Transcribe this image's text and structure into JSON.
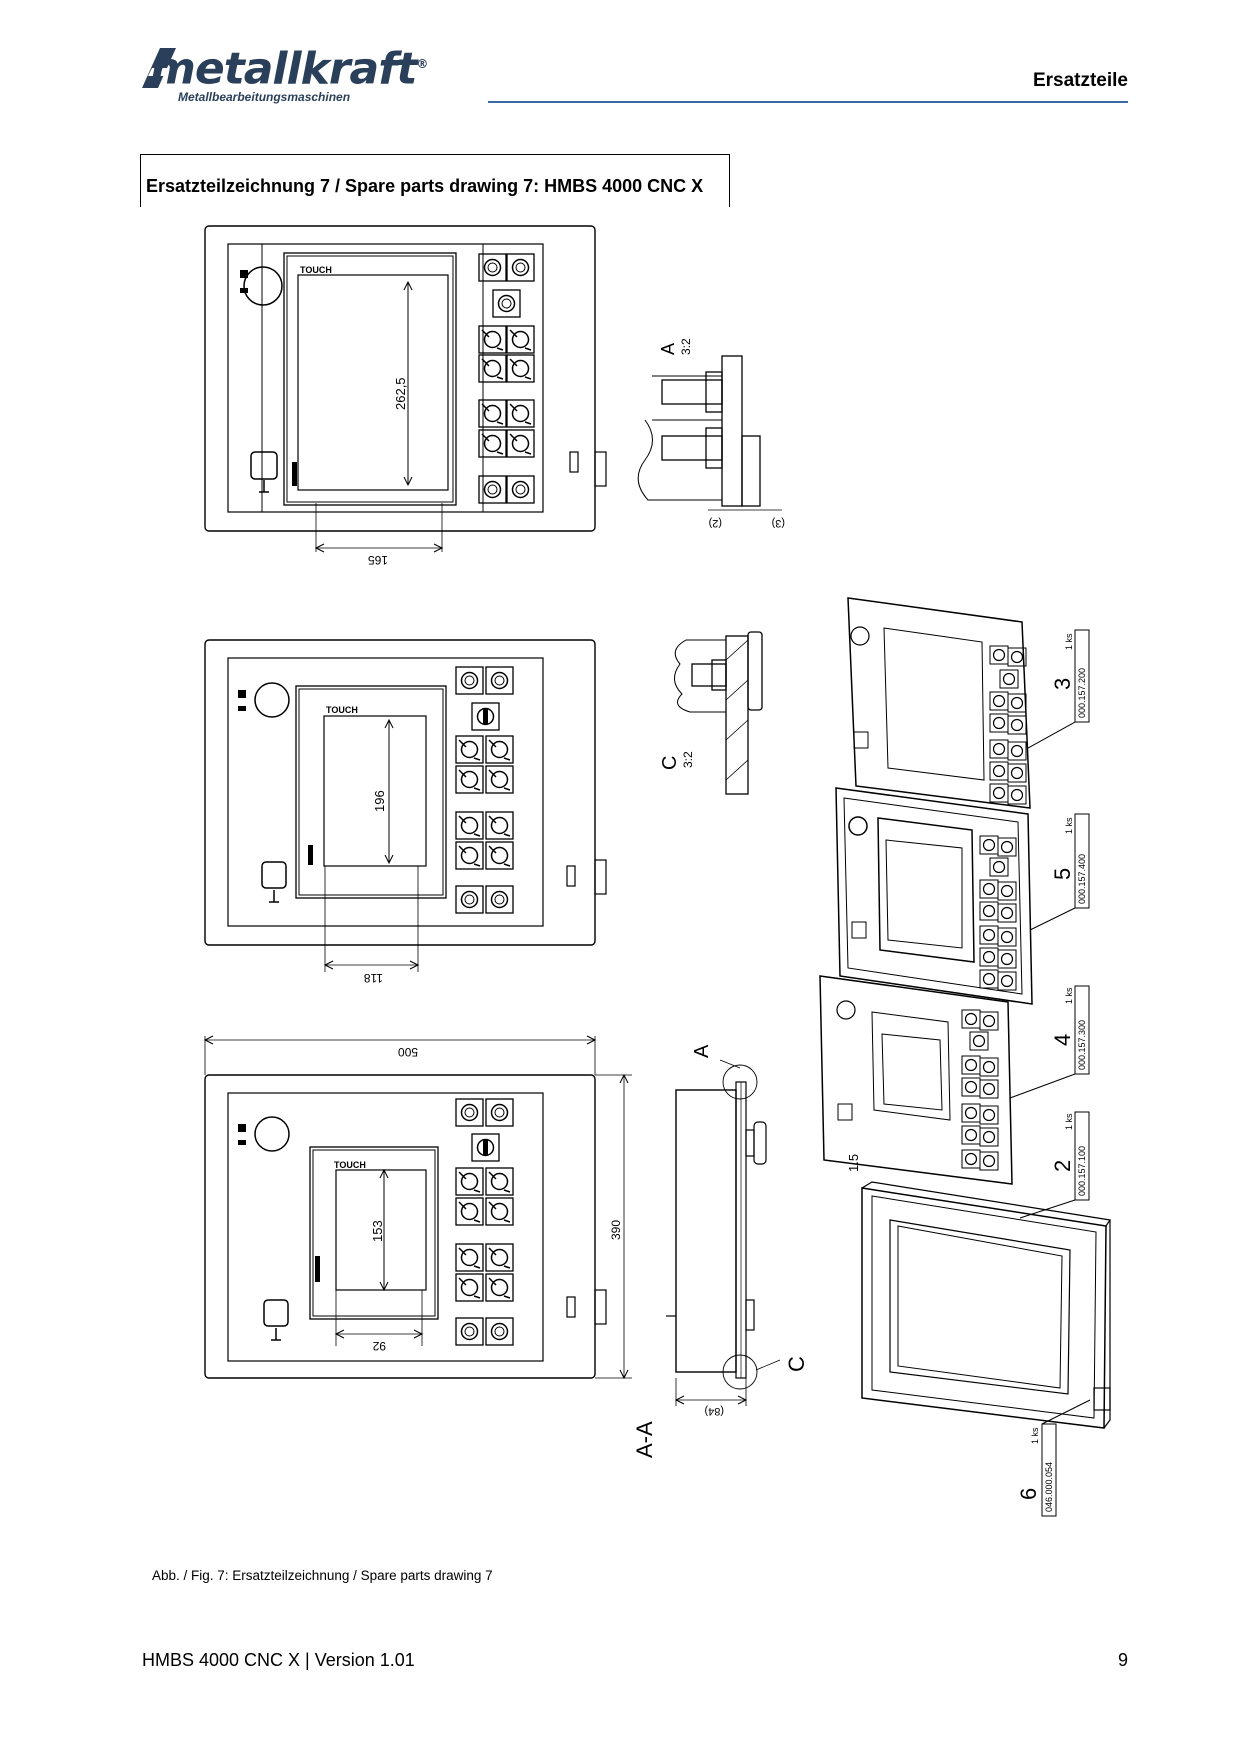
{
  "header": {
    "logo_text": "metallkraft",
    "logo_registered": "®",
    "logo_subtitle": "Metallbearbeitungsmaschinen",
    "section_title": "Ersatzteile"
  },
  "caption": {
    "title": "Ersatzteilzeichnung 7 / Spare parts drawing 7: HMBS 4000 CNC X",
    "figure": "Abb. / Fig. 7: Ersatzteilzeichnung / Spare parts drawing 7"
  },
  "drawing": {
    "top_panel": {
      "screen_label": "TOUCH",
      "dim_height": "262,5",
      "dim_width": "165"
    },
    "middle_panel": {
      "screen_label": "TOUCH",
      "dim_height": "196",
      "dim_width": "118"
    },
    "bottom_panel": {
      "screen_label": "TOUCH",
      "dim_height": "153",
      "dim_width": "92",
      "dim_total_width": "500",
      "dim_total_height": "390"
    },
    "detail_a": {
      "label": "A",
      "scale": "3:2",
      "dim_1": "(2)",
      "dim_2": "(3)"
    },
    "detail_c": {
      "label": "C",
      "scale": "3:2"
    },
    "section": {
      "label": "A-A",
      "marker_a": "A",
      "marker_c": "C",
      "dim_depth": "(84)",
      "dim_side": "1.5"
    },
    "parts": [
      {
        "pos": "3",
        "number": "000.157.200",
        "qty": "1 ks"
      },
      {
        "pos": "5",
        "number": "000.157.400",
        "qty": "1 ks"
      },
      {
        "pos": "4",
        "number": "000.157.300",
        "qty": "1 ks"
      },
      {
        "pos": "2",
        "number": "000.157.100",
        "qty": "1 ks"
      },
      {
        "pos": "6",
        "number": "046.000.054",
        "qty": "1 ks"
      }
    ]
  },
  "footer": {
    "left": "HMBS 4000 CNC X | Version 1.01",
    "page": "9"
  }
}
